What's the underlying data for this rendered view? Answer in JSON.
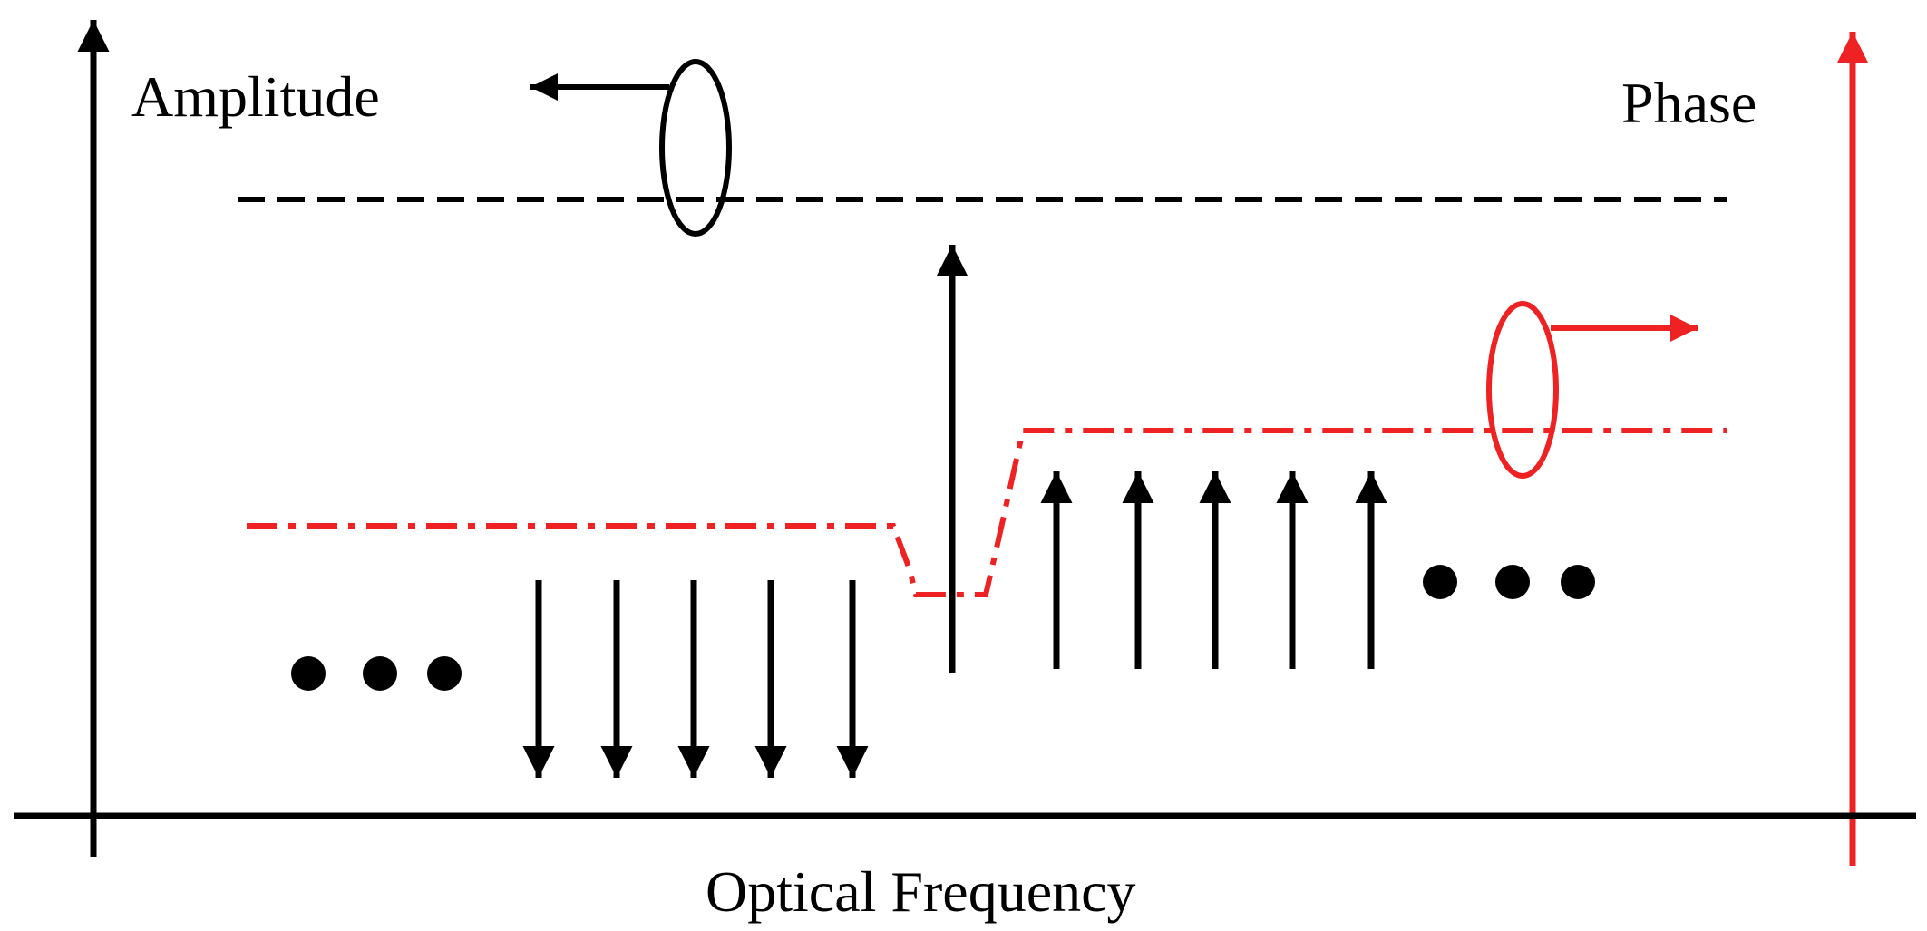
{
  "labels": {
    "amplitude": "Amplitude",
    "phase": "Phase",
    "x_axis": "Optical Frequency"
  },
  "colors": {
    "amplitude": "#000000",
    "phase": "#ee2222"
  }
}
